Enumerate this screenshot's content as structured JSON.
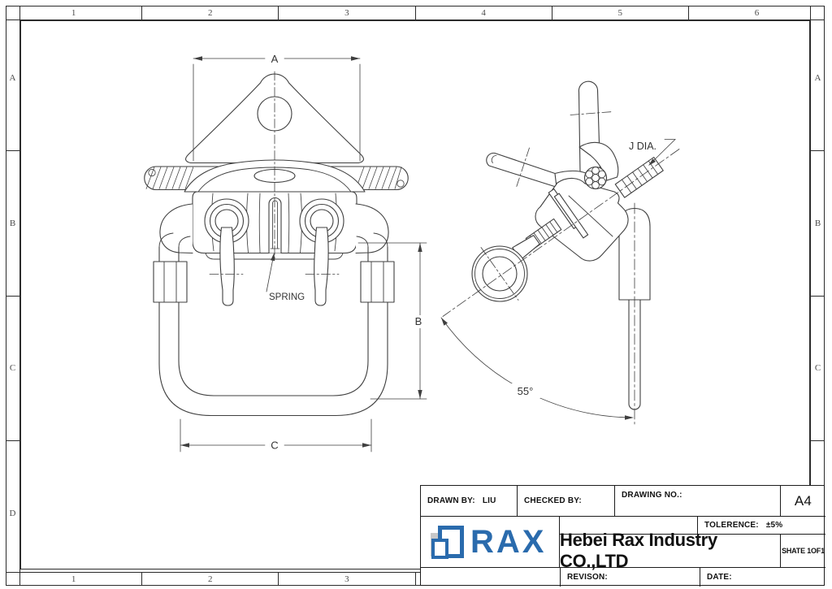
{
  "sheet": {
    "background": "#ffffff",
    "line_color": "#3f3f3f"
  },
  "grid_refs": {
    "columns": [
      "1",
      "2",
      "3",
      "4",
      "5",
      "6"
    ],
    "rows": [
      "A",
      "B",
      "C",
      "D"
    ]
  },
  "front_view": {
    "dim_width": "A",
    "dim_height": "B",
    "dim_bottom_width": "C",
    "spring_label": "SPRING"
  },
  "side_view": {
    "diameter_label": "J  DIA.",
    "angle_label": "55°"
  },
  "title_block": {
    "drawn_by_label": "DRAWN BY:",
    "drawn_by_value": "LIU",
    "checked_by_label": "CHECKED BY:",
    "drawing_no_label": "DRAWING NO.:",
    "paper_size": "A4",
    "tolerance_label": "TOLERENCE:",
    "tolerance_value": "±5%",
    "company_name": "Hebei Rax Industry CO.,LTD",
    "sheet_label": "SHATE 1OF1",
    "revision_label": "REVISON:",
    "date_label": "DATE:",
    "logo_text": "RAX",
    "logo_color": "#2a6bad"
  }
}
